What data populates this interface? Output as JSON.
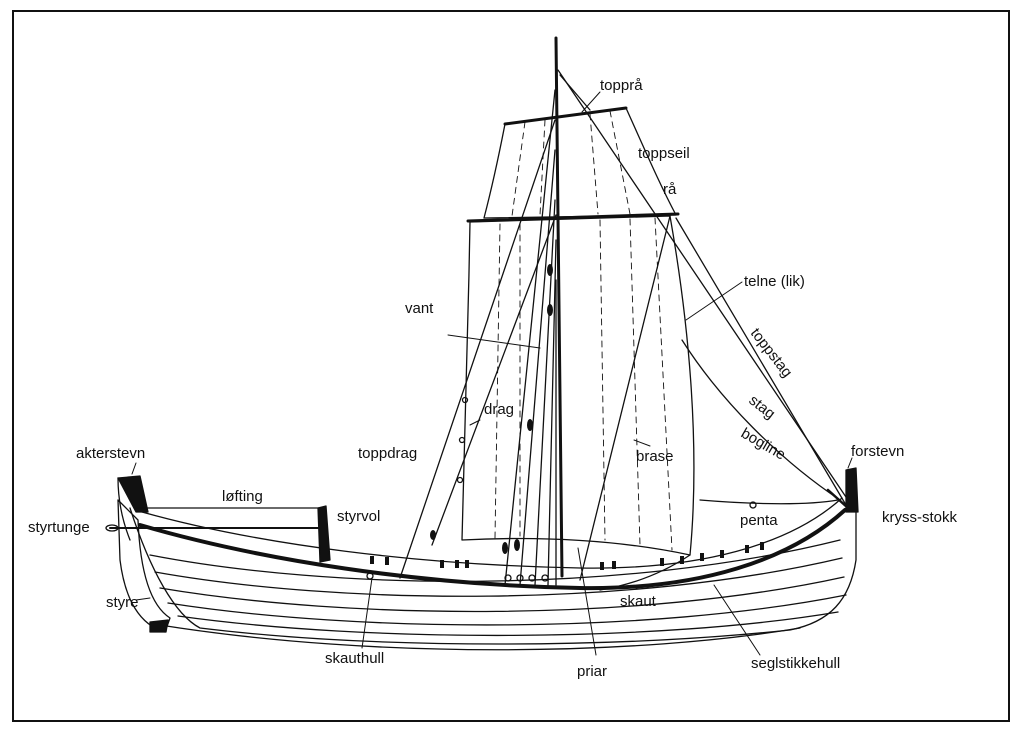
{
  "labels": {
    "toppra": "topprå",
    "toppseil": "toppseil",
    "ra": "rå",
    "telne": "telne (lik)",
    "vant": "vant",
    "toppstag": "toppstag",
    "stag": "stag",
    "bogline": "bogline",
    "drag": "drag",
    "akterstevn": "akterstevn",
    "toppdrag": "toppdrag",
    "brase": "brase",
    "forstevn": "forstevn",
    "lofting": "løfting",
    "styrvol": "styrvol",
    "styrtunge": "styrtunge",
    "penta": "penta",
    "kryss_stokk": "kryss-stokk",
    "styre": "styre",
    "skaut": "skaut",
    "skauthull": "skauthull",
    "priar": "priar",
    "seglstikkehull": "seglstikkehull"
  }
}
